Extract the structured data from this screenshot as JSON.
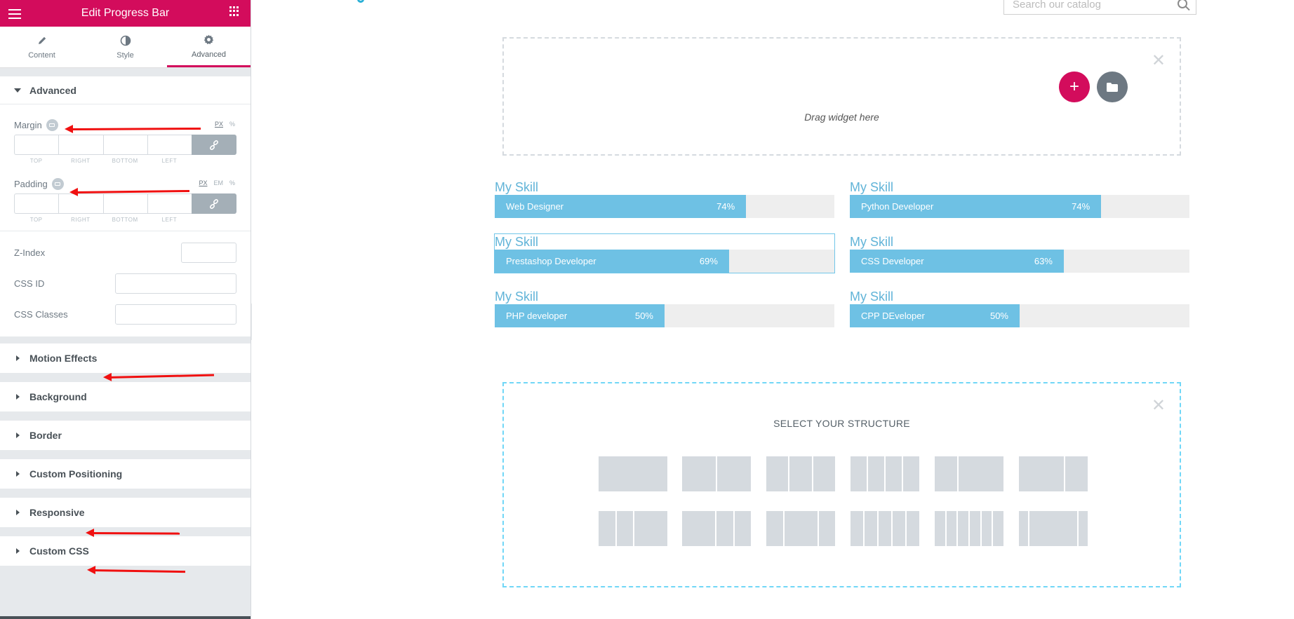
{
  "panel": {
    "title": "Edit Progress Bar",
    "tabs": [
      {
        "label": "Content",
        "icon": "pencil-icon"
      },
      {
        "label": "Style",
        "icon": "contrast-icon"
      },
      {
        "label": "Advanced",
        "icon": "gear-icon",
        "active": true
      }
    ],
    "advanced": {
      "title": "Advanced",
      "margin": {
        "label": "Margin",
        "units": [
          "PX",
          "%"
        ],
        "selected_unit": "PX",
        "sides": [
          "TOP",
          "RIGHT",
          "BOTTOM",
          "LEFT"
        ]
      },
      "padding": {
        "label": "Padding",
        "units": [
          "PX",
          "EM",
          "%"
        ],
        "selected_unit": "PX",
        "sides": [
          "TOP",
          "RIGHT",
          "BOTTOM",
          "LEFT"
        ]
      },
      "z_index": {
        "label": "Z-Index",
        "value": ""
      },
      "css_id": {
        "label": "CSS ID",
        "value": ""
      },
      "css_classes": {
        "label": "CSS Classes",
        "value": ""
      }
    },
    "sections": [
      "Motion Effects",
      "Background",
      "Border",
      "Custom Positioning",
      "Responsive",
      "Custom CSS"
    ]
  },
  "canvas": {
    "search_placeholder": "Search our catalog",
    "drop_zone_text": "Drag widget here",
    "structure_title": "SELECT YOUR STRUCTURE",
    "skills": [
      {
        "title": "My Skill",
        "label": "Web Designer",
        "percent_text": "74%",
        "percent": 74
      },
      {
        "title": "My Skill",
        "label": "Python Developer",
        "percent_text": "74%",
        "percent": 74
      },
      {
        "title": "My Skill",
        "label": "Prestashop Developer",
        "percent_text": "69%",
        "percent": 69,
        "selected": true
      },
      {
        "title": "My Skill",
        "label": "CSS Developer",
        "percent_text": "63%",
        "percent": 63
      },
      {
        "title": "My Skill",
        "label": "PHP developer",
        "percent_text": "50%",
        "percent": 50
      },
      {
        "title": "My Skill",
        "label": "CPP DEveloper",
        "percent_text": "50%",
        "percent": 50
      }
    ]
  },
  "colors": {
    "brand": "#d30c5c",
    "progress_fill": "#6ec1e4",
    "progress_track": "#eeeeee",
    "skill_title": "#61b4d8"
  }
}
